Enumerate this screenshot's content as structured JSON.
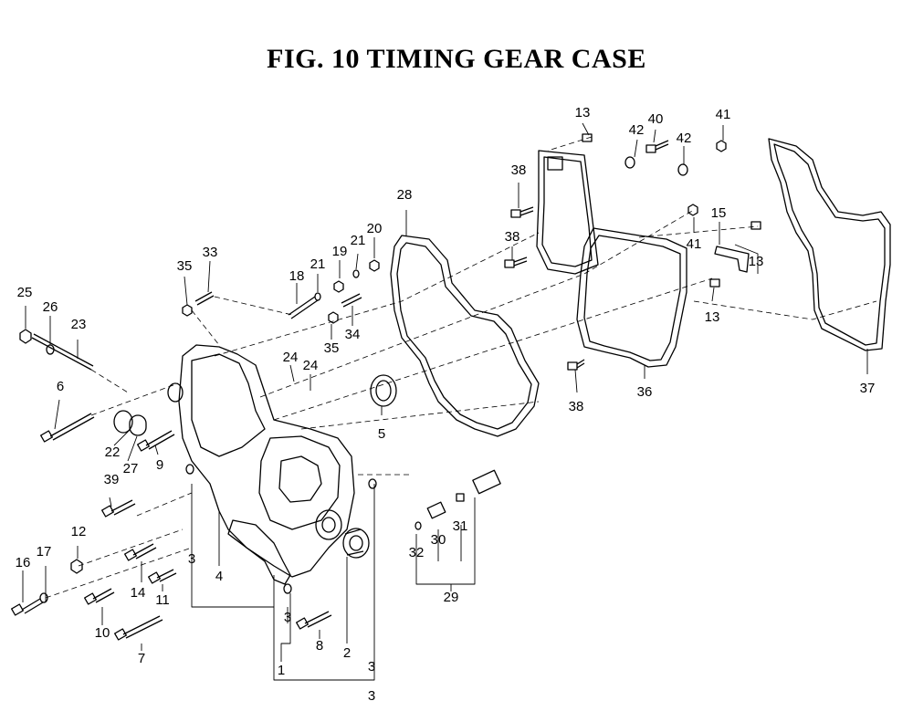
{
  "title": "FIG. 10  TIMING GEAR CASE",
  "part_labels": [
    "1",
    "2",
    "3",
    "3",
    "3",
    "3",
    "4",
    "5",
    "6",
    "7",
    "8",
    "9",
    "10",
    "11",
    "12",
    "13",
    "13",
    "13",
    "14",
    "15",
    "16",
    "17",
    "18",
    "19",
    "20",
    "21",
    "21",
    "22",
    "23",
    "24",
    "24",
    "25",
    "26",
    "27",
    "28",
    "29",
    "30",
    "31",
    "32",
    "33",
    "34",
    "35",
    "35",
    "36",
    "37",
    "38",
    "38",
    "38",
    "39",
    "40",
    "41",
    "41",
    "42",
    "42"
  ]
}
